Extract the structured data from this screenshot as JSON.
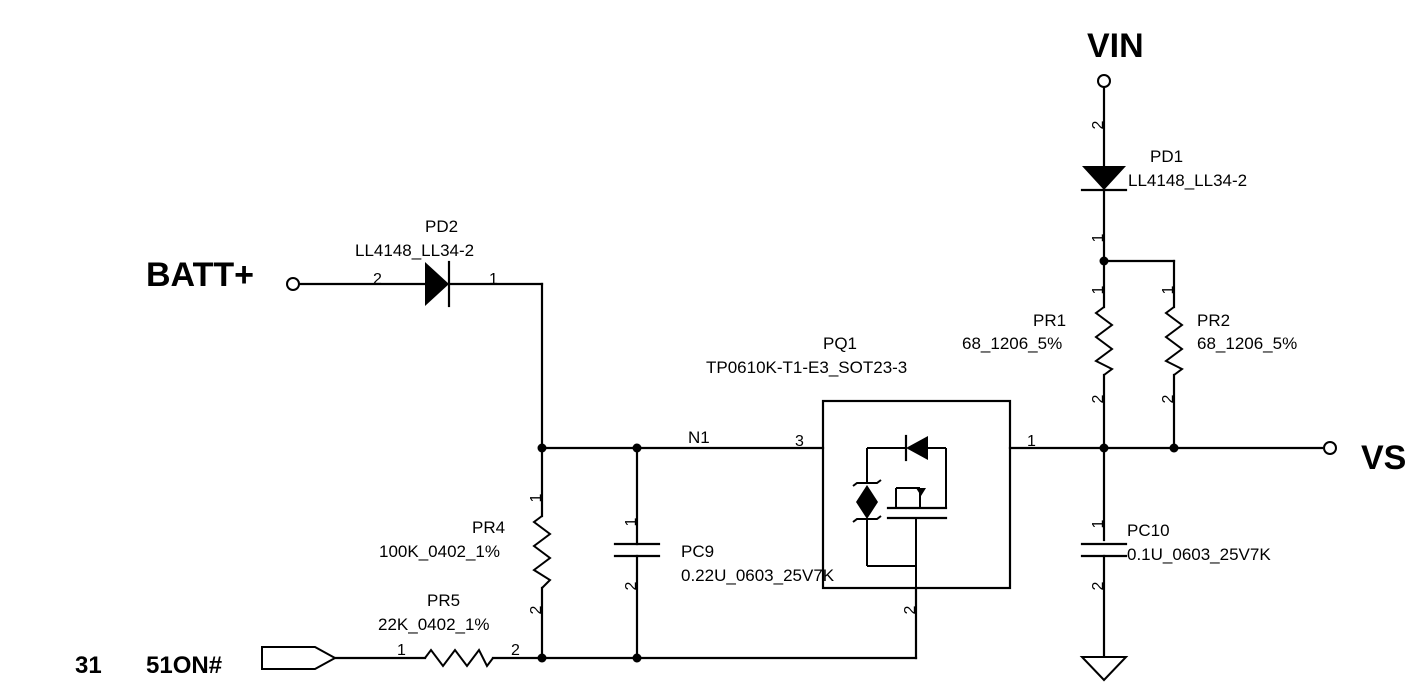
{
  "nets": {
    "vin": "VIN",
    "batt": "BATT+",
    "vs": "VS",
    "n1": "N1",
    "sheet_ref": "31",
    "signal": "51ON#"
  },
  "components": {
    "pd1": {
      "ref": "PD1",
      "value": "LL4148_LL34-2",
      "pin_top": "2",
      "pin_bottom": "1"
    },
    "pd2": {
      "ref": "PD2",
      "value": "LL4148_LL34-2",
      "pin_left": "2",
      "pin_right": "1"
    },
    "pr1": {
      "ref": "PR1",
      "value": "68_1206_5%",
      "pin_top": "1",
      "pin_bottom": "2"
    },
    "pr2": {
      "ref": "PR2",
      "value": "68_1206_5%",
      "pin_top": "1",
      "pin_bottom": "2"
    },
    "pq1": {
      "ref": "PQ1",
      "value": "TP0610K-T1-E3_SOT23-3",
      "pin_drain": "3",
      "pin_source": "1",
      "pin_gate": "2"
    },
    "pr4": {
      "ref": "PR4",
      "value": "100K_0402_1%",
      "pin_top": "1",
      "pin_bottom": "2"
    },
    "pr5": {
      "ref": "PR5",
      "value": "22K_0402_1%",
      "pin_left": "1",
      "pin_right": "2"
    },
    "pc9": {
      "ref": "PC9",
      "value": "0.22U_0603_25V7K",
      "pin_top": "1",
      "pin_bottom": "2"
    },
    "pc10": {
      "ref": "PC10",
      "value": "0.1U_0603_25V7K",
      "pin_top": "1",
      "pin_bottom": "2"
    }
  }
}
